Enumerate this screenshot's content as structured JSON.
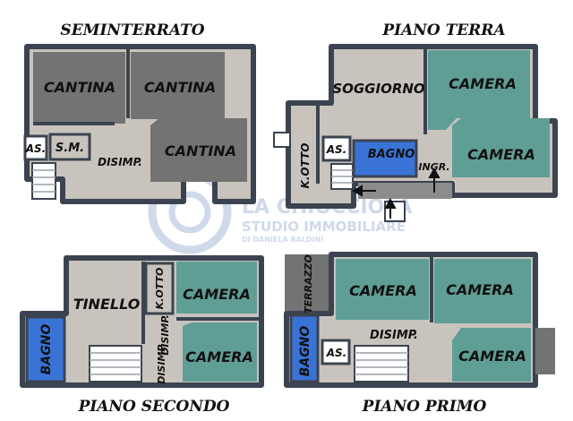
{
  "colors": {
    "gray_room": "#737373",
    "teal_room": "#5f9e95",
    "blue_room": "#3a73d6",
    "beige_room": "#c8c4bd",
    "wall": "#3c4350",
    "watermark": "#c7d3e6"
  },
  "floors": {
    "seminterrato": {
      "title": "SEMINTERRATO",
      "rooms": {
        "cantina": "CANTINA",
        "ripostiglio_as": "AS.",
        "sm": "S.M.",
        "disimpegno": "DISIMP."
      }
    },
    "piano_terra": {
      "title": "PIANO TERRA",
      "rooms": {
        "soggiorno": "SOGGIORNO",
        "camera": "CAMERA",
        "bagno": "BAGNO",
        "cucinotto": "K.OTTO",
        "ripostiglio_as": "AS.",
        "ingresso": "INGR."
      }
    },
    "piano_secondo": {
      "title": "PIANO SECONDO",
      "rooms": {
        "tinello": "TINELLO",
        "cucinotto": "K.OTTO",
        "camera": "CAMERA",
        "bagno": "BAGNO",
        "disimpegno": "DISIMP."
      }
    },
    "piano_primo": {
      "title": "PIANO PRIMO",
      "rooms": {
        "terrazzo": "TERRAZZO",
        "camera": "CAMERA",
        "disimpegno": "DISIMP.",
        "bagno": "BAGNO",
        "ripostiglio_as": "AS."
      }
    }
  },
  "watermark": {
    "name": "LA CHIOCCIOLA",
    "agency": "STUDIO IMMOBILIARE",
    "agent": "DI DANIELA BALDINI"
  }
}
